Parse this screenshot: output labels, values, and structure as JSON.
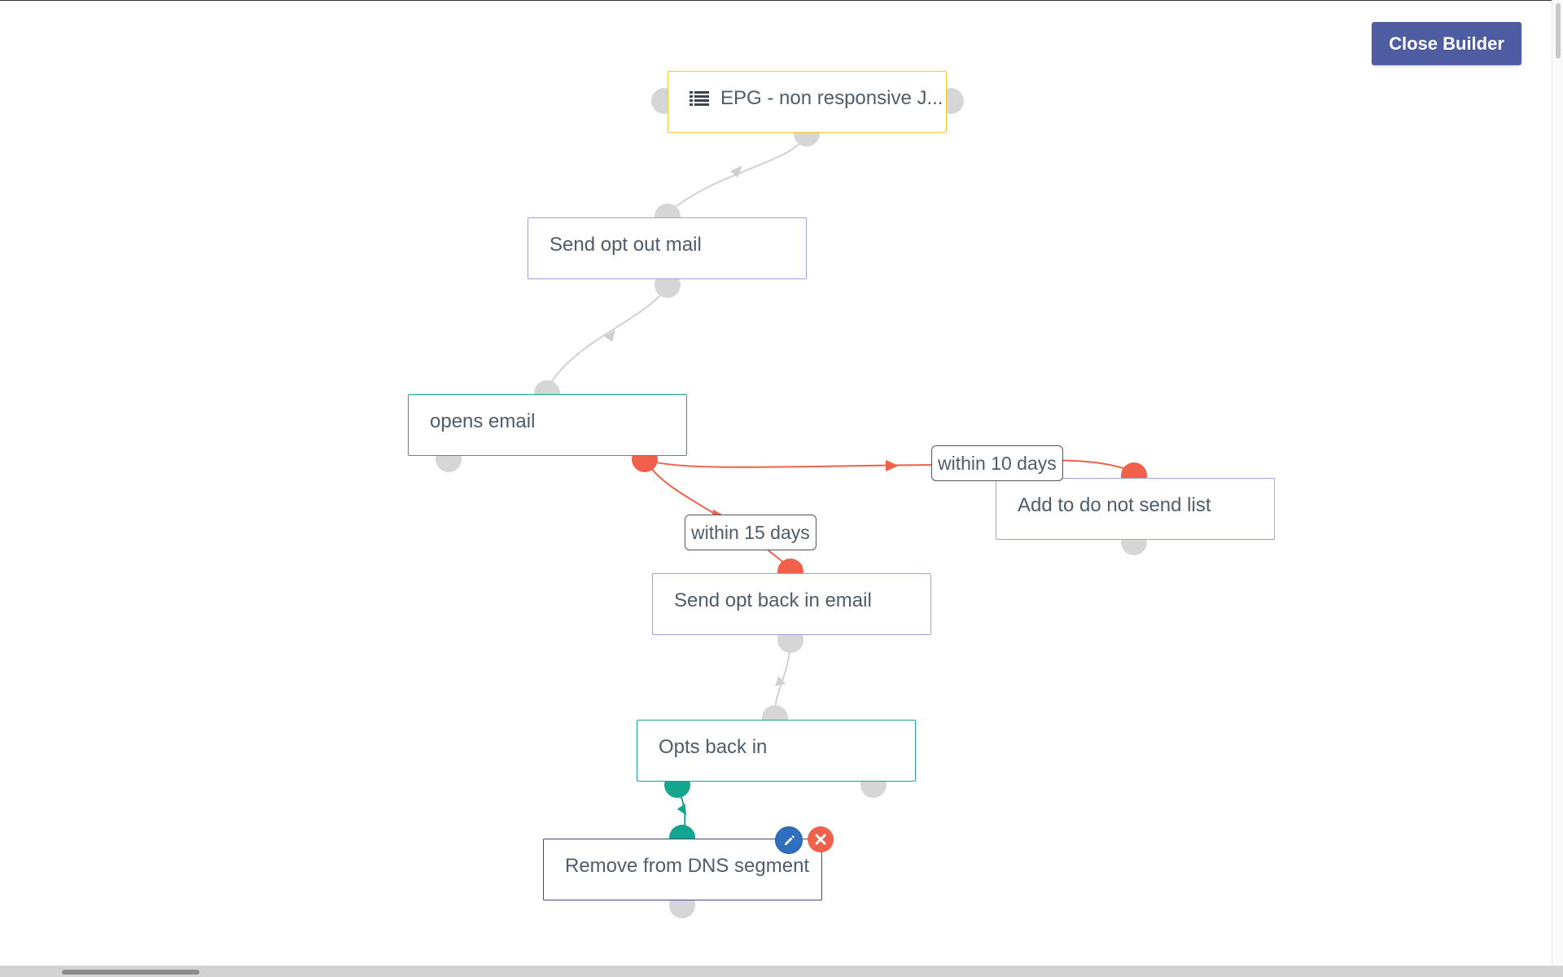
{
  "toolbar": {
    "close_label": "Close Builder"
  },
  "nodes": {
    "source": {
      "label": "EPG - non responsive J...",
      "icon": "list-icon"
    },
    "send_opt_out": {
      "label": "Send opt out mail"
    },
    "opens_email": {
      "label": "opens email"
    },
    "add_dns": {
      "label": "Add to do not send list"
    },
    "send_opt_back": {
      "label": "Send opt back in email"
    },
    "opts_back": {
      "label": "Opts back in"
    },
    "remove_dns": {
      "label": "Remove from DNS segment"
    }
  },
  "connections": {
    "within_10": "within 10 days",
    "within_15": "within 15 days"
  },
  "node_actions": {
    "edit_icon": "pencil-icon",
    "delete_icon": "close-icon"
  },
  "colors": {
    "primary": "#4e5ca2",
    "source_border": "#f4c63a",
    "action_border": "#9aa5dc",
    "decision_border": "#1aa88f",
    "no_path": "#f0604a",
    "yes_path": "#14a58e",
    "idle_port": "#d6d6d6"
  }
}
